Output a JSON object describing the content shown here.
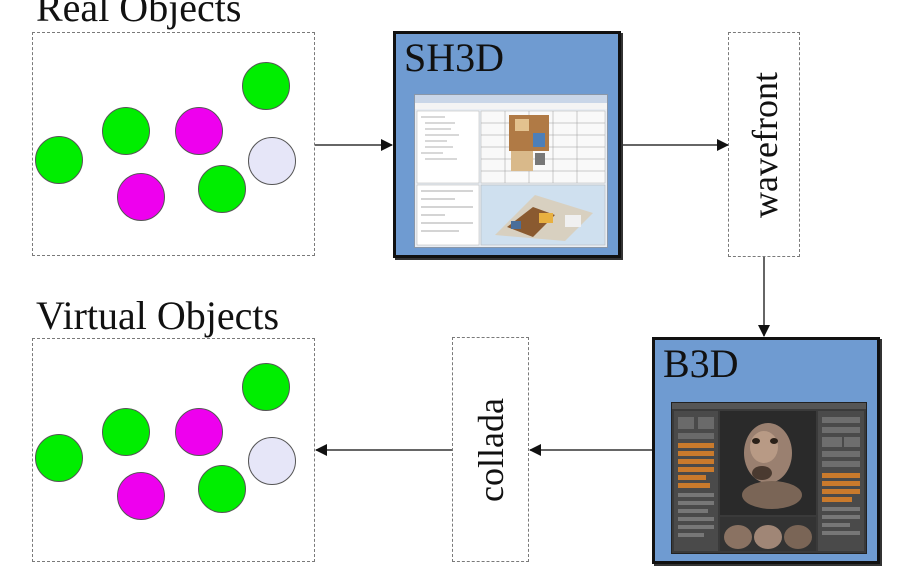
{
  "real_group": {
    "title": "Real Objects",
    "objects": [
      {
        "color": "#00ee00"
      },
      {
        "color": "#00ee00"
      },
      {
        "color": "#ee00ee"
      },
      {
        "color": "#00ee00"
      },
      {
        "color": "#e6e6f8"
      },
      {
        "color": "#ee00ee"
      },
      {
        "color": "#00ee00"
      }
    ]
  },
  "virtual_group": {
    "title": "Virtual Objects",
    "objects": [
      {
        "color": "#00ee00"
      },
      {
        "color": "#00ee00"
      },
      {
        "color": "#ee00ee"
      },
      {
        "color": "#00ee00"
      },
      {
        "color": "#e6e6f8"
      },
      {
        "color": "#ee00ee"
      },
      {
        "color": "#00ee00"
      }
    ]
  },
  "tools": {
    "sh3d": {
      "label": "SH3D",
      "bg_color": "#6f9bd1"
    },
    "b3d": {
      "label": "B3D",
      "bg_color": "#6f9bd1"
    }
  },
  "formats": {
    "wavefront": "wavefront",
    "collada": "collada"
  }
}
